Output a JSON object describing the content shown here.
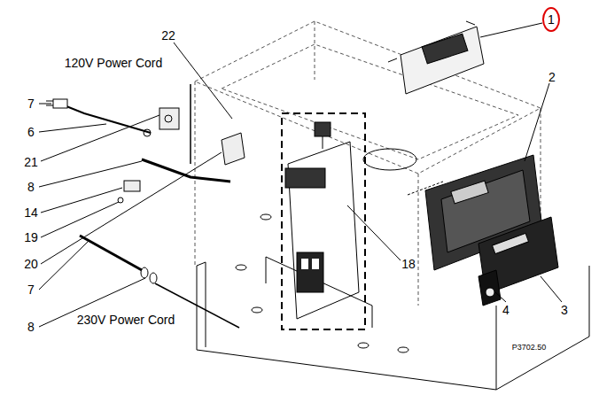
{
  "diagram": {
    "labels": [
      "1",
      "2",
      "22",
      "120V Power Cord",
      "7",
      "6",
      "21",
      "8",
      "14",
      "19",
      "20",
      "7",
      "8",
      "230V Power Cord",
      "18",
      "4",
      "3",
      "P3702.50"
    ]
  }
}
